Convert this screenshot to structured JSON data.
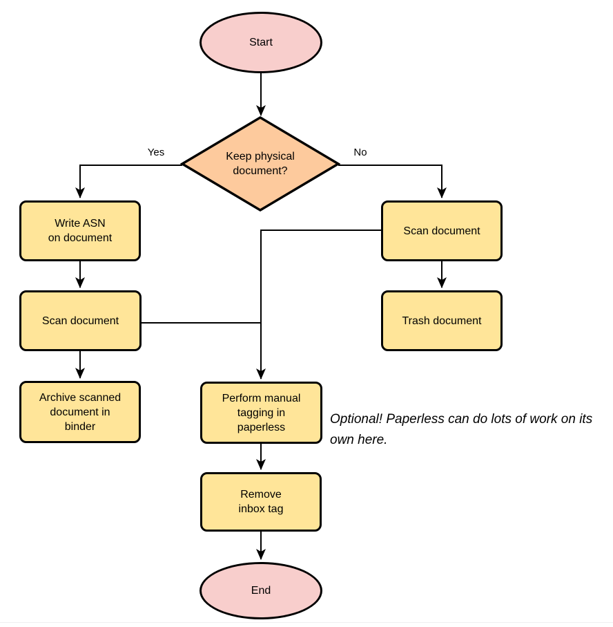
{
  "nodes": {
    "start": {
      "label": "Start",
      "type": "terminator"
    },
    "decision": {
      "label": "Keep physical\ndocument?",
      "type": "decision"
    },
    "write_asn": {
      "label": "Write ASN\non document",
      "type": "process"
    },
    "scan_left": {
      "label": "Scan document",
      "type": "process"
    },
    "archive": {
      "label": "Archive scanned\ndocument in\nbinder",
      "type": "process"
    },
    "scan_right": {
      "label": "Scan document",
      "type": "process"
    },
    "trash": {
      "label": "Trash document",
      "type": "process"
    },
    "perform": {
      "label": "Perform manual\ntagging in\npaperless",
      "type": "process"
    },
    "remove": {
      "label": "Remove\ninbox tag",
      "type": "process"
    },
    "end": {
      "label": "End",
      "type": "terminator"
    }
  },
  "edge_labels": {
    "yes": "Yes",
    "no": "No"
  },
  "annotation": "Optional! Paperless can do lots of work on its own here.",
  "colors": {
    "terminator_fill": "#f8cecc",
    "decision_fill": "#fdca9d",
    "process_fill": "#ffe599",
    "stroke": "#000000",
    "text": "#000000"
  }
}
